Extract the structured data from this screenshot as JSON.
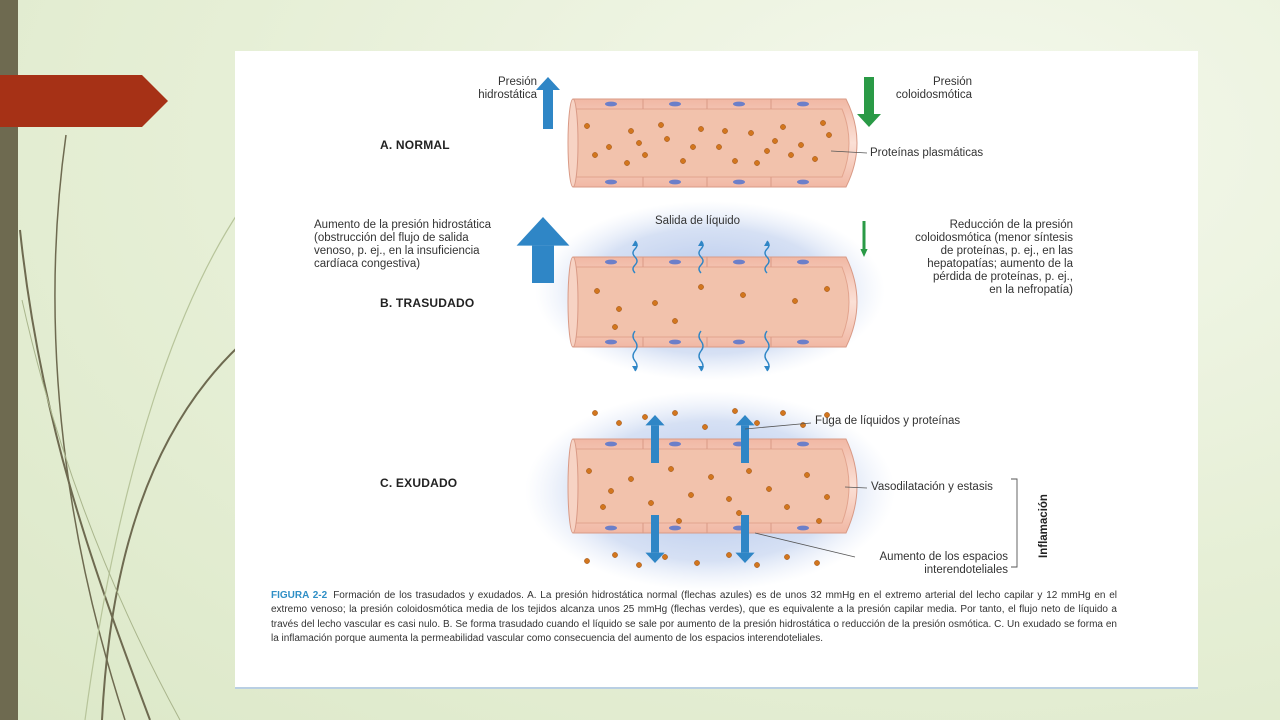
{
  "colors": {
    "slide_bar": "#6e6a50",
    "tab_red": "#a63116",
    "arrow_blue": "#2f86c6",
    "arrow_green": "#2a9a46",
    "vessel_lumen": "#f2c2ac",
    "protein": "#d2761e",
    "caption_accent": "#2f8fc6"
  },
  "figure": {
    "sections": {
      "normal": "A. NORMAL",
      "transudado": "B. TRASUDADO",
      "exudado": "C. EXUDADO"
    },
    "labels": {
      "presion_hidrostatica": [
        "Presión",
        "hidrostática"
      ],
      "presion_coloidosmotica": [
        "Presión",
        "coloidosmótica"
      ],
      "proteinas_plasmaticas": "Proteínas plasmáticas",
      "aumento_presion_hidrostatica": [
        "Aumento de la presión hidrostática",
        "(obstrucción del flujo de salida",
        "venoso, p. ej., en la insuficiencia",
        "cardíaca congestiva)"
      ],
      "salida_liquido": "Salida de líquido",
      "reduccion_presion_coloidosmotica": [
        "Reducción de la presión",
        "coloidosmótica (menor síntesis",
        "de proteínas, p. ej., en las",
        "hepatopatías; aumento de la",
        "pérdida de proteínas, p. ej.,",
        "en la nefropatía)"
      ],
      "fuga": "Fuga de líquidos y proteínas",
      "vasodilatacion": "Vasodilatación y estasis",
      "inflamacion": "Inflamación",
      "aumento_espacios": [
        "Aumento de los espacios",
        "interendoteliales"
      ]
    },
    "caption": {
      "label": "FIGURA 2-2",
      "text": "Formación de los trasudados y exudados. A. La presión hidrostática normal (flechas azules) es de unos 32 mmHg en el extremo arterial del lecho capilar y 12 mmHg en el extremo venoso; la presión coloidosmótica media de los tejidos alcanza unos 25 mmHg (flechas verdes), que es equivalente a la presión capilar media. Por tanto, el flujo neto de líquido a través del lecho vascular es casi nulo. B. Se forma trasudado cuando el líquido se sale por aumento de la presión hidrostática o reducción de la presión osmótica. C. Un exudado se forma en la inflamación porque aumenta la permeabilidad vascular como consecuencia del aumento de los espacios interendoteliales."
    }
  }
}
